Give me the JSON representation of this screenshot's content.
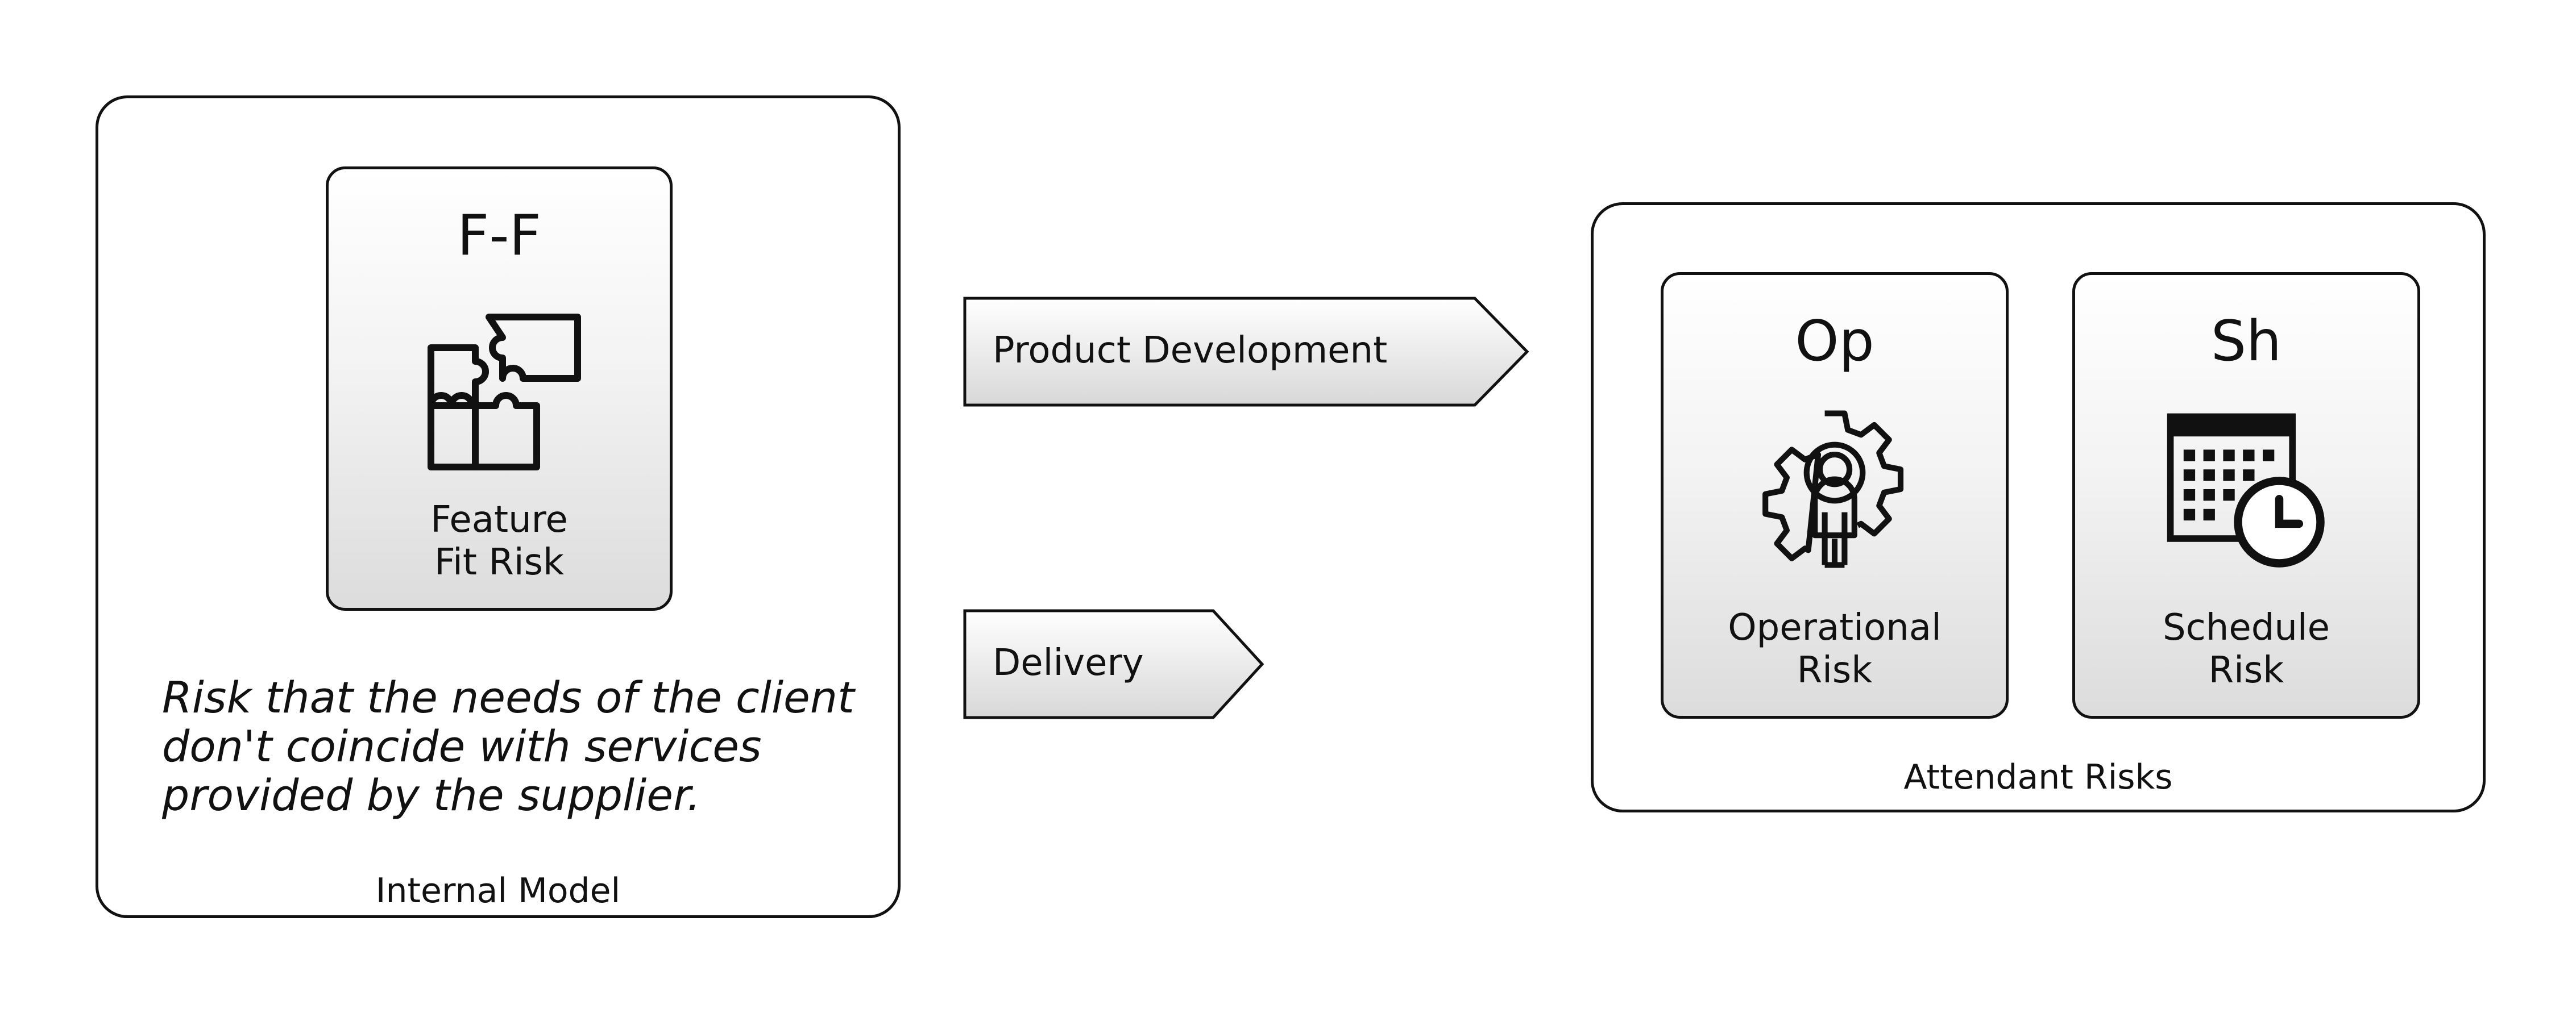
{
  "internal_model": {
    "caption": "Internal Model",
    "card": {
      "abbr": "F-F",
      "icon": "puzzle-pieces-icon",
      "name_lines": [
        "Feature",
        "Fit Risk"
      ]
    },
    "description_lines": [
      "Risk that the needs of the client",
      "don't coincide with services",
      "provided by the supplier."
    ]
  },
  "arrows": [
    {
      "label": "Product Development"
    },
    {
      "label": "Delivery"
    }
  ],
  "attendant_risks": {
    "caption": "Attendant Risks",
    "cards": [
      {
        "abbr": "Op",
        "icon": "gear-person-icon",
        "name_lines": [
          "Operational",
          "Risk"
        ]
      },
      {
        "abbr": "Sh",
        "icon": "calendar-clock-icon",
        "name_lines": [
          "Schedule",
          "Risk"
        ]
      }
    ]
  }
}
